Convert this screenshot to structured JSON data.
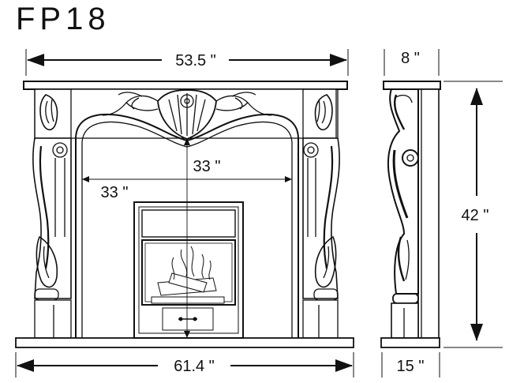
{
  "title": "FP18",
  "dimensions": {
    "top_width": "53.5 \"",
    "bottom_width": "61.4 \"",
    "opening_height": "33 \"",
    "opening_width": "33 \"",
    "top_depth": "8 \"",
    "height": "42 \"",
    "base_depth": "15 \""
  }
}
